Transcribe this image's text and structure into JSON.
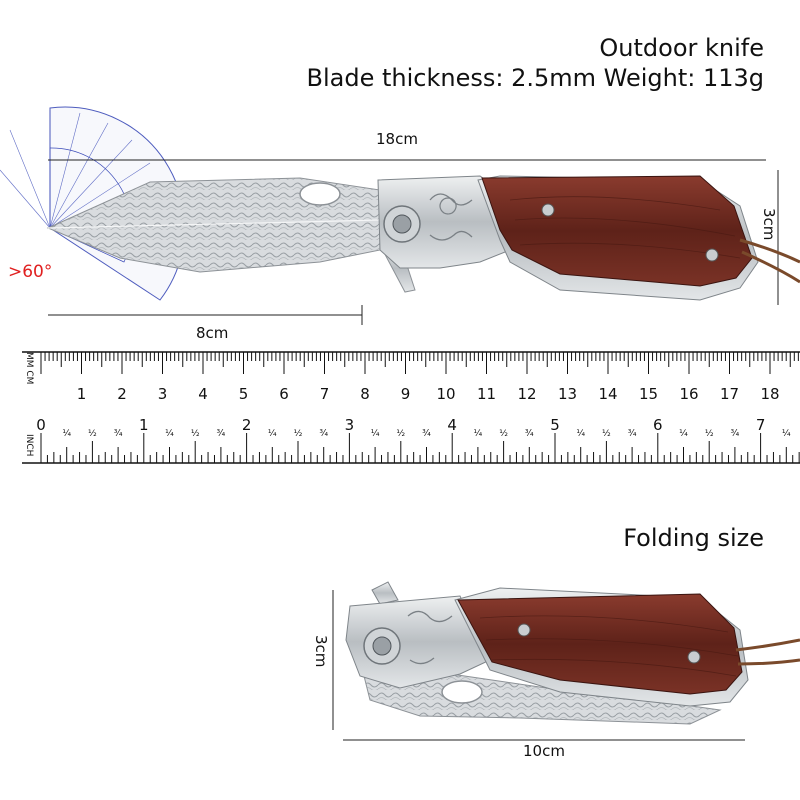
{
  "header": {
    "title": "Outdoor knife",
    "specs": "Blade thickness: 2.5mm Weight: 113g"
  },
  "open_knife": {
    "length_label": "18cm",
    "height_label": "3cm",
    "blade_label": "8cm",
    "angle_label": ">60°"
  },
  "ruler": {
    "cm_unit_label": "MM CM",
    "inch_unit_label": "INCH",
    "cm_numbers": [
      "1",
      "2",
      "3",
      "4",
      "5",
      "6",
      "7",
      "8",
      "9",
      "10",
      "11",
      "12",
      "13",
      "14",
      "15",
      "16",
      "17",
      "18"
    ],
    "inch_numbers": [
      "0",
      "1",
      "2",
      "3",
      "4",
      "5",
      "6",
      "7"
    ],
    "fractions": [
      "¼",
      "½",
      "¾"
    ]
  },
  "folded_knife": {
    "title": "Folding size",
    "height_label": "3cm",
    "length_label": "10cm"
  },
  "colors": {
    "wood": "#6b2a22",
    "steel": "#cfd3d6",
    "protractor": "#3b4bb8",
    "angle": "#e02020"
  }
}
